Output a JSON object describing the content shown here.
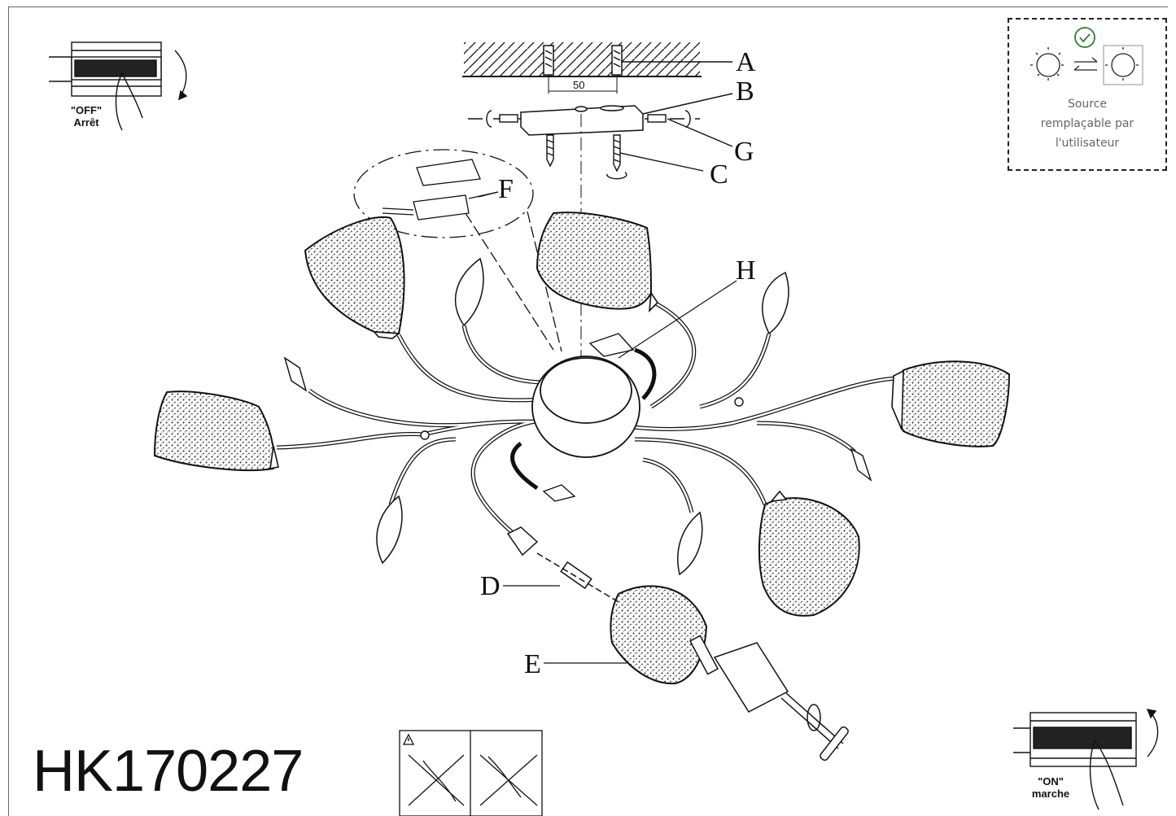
{
  "model_number": "HK170227",
  "power_off": {
    "line1": "\"OFF\"",
    "line2": "Arrêt"
  },
  "power_on": {
    "line1": "\"ON\"",
    "line2": "marche"
  },
  "replaceable_source": {
    "line1": "Source",
    "line2": "remplaçable par",
    "line3": "l'utilisateur"
  },
  "dimension": "50",
  "part_labels": {
    "A": "A",
    "B": "B",
    "C": "C",
    "D": "D",
    "E": "E",
    "F": "F",
    "G": "G",
    "H": "H"
  },
  "colors": {
    "line": "#111111",
    "frosted_glass": "#bbbbbb",
    "check_green": "#2e7d32"
  },
  "icons": [
    "circuit-breaker-off-icon",
    "circuit-breaker-on-icon",
    "bulb-replace-icon",
    "checkmark-icon",
    "warning-icon"
  ]
}
